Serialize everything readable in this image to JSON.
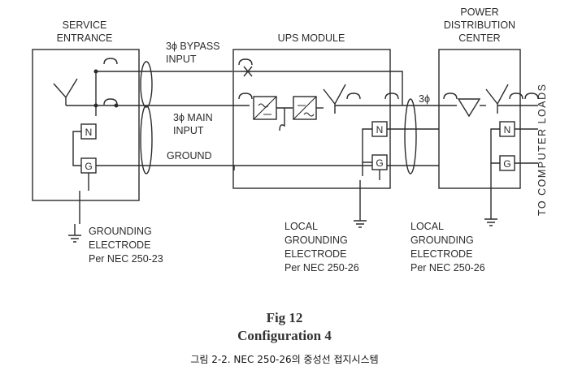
{
  "labels": {
    "service_entrance": [
      "SERVICE",
      "ENTRANCE"
    ],
    "bypass_input": [
      "3ϕ BYPASS",
      "INPUT"
    ],
    "ups_module": "UPS MODULE",
    "pdc": [
      "POWER",
      "DISTRIBUTION",
      "CENTER"
    ],
    "main_input": [
      "3ϕ MAIN",
      "INPUT"
    ],
    "ground": "GROUND",
    "three_phase": "3ϕ",
    "to_loads": "TO COMPUTER LOADS",
    "neutral": "N",
    "ground_bar": "G",
    "electrode_service": [
      "GROUNDING",
      "ELECTRODE",
      "Per NEC 250-23"
    ],
    "electrode_ups": [
      "LOCAL",
      "GROUNDING",
      "ELECTRODE",
      "Per NEC 250-26"
    ],
    "electrode_pdc": [
      "LOCAL",
      "GROUNDING",
      "ELECTRODE",
      "Per NEC 250-26"
    ]
  },
  "caption": {
    "title": "Fig 12",
    "subtitle": "Configuration 4",
    "korean": "그림 2-2. NEC 250-26의 중성선 접지시스템"
  }
}
